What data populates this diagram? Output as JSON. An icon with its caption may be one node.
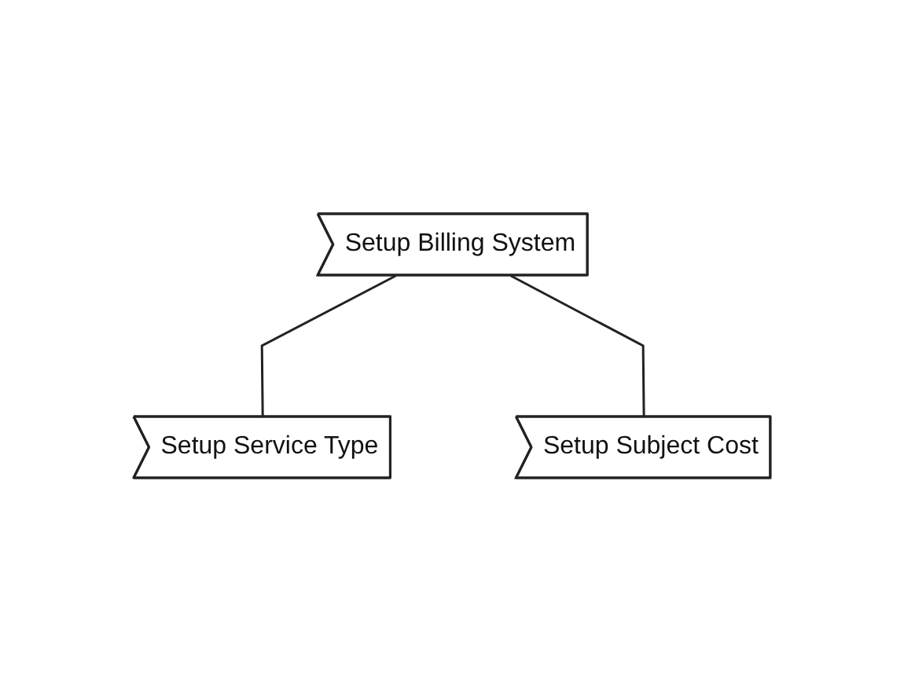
{
  "diagram": {
    "nodes": [
      {
        "text": [
          "Setup Billing System"
        ]
      },
      {
        "text": [
          "Setup Service Type"
        ]
      },
      {
        "text": [
          "Setup Subject Cost"
        ]
      }
    ],
    "edges": [
      {
        "from": 0,
        "to": 1,
        "arrow": "none"
      },
      {
        "from": 0,
        "to": 2,
        "arrow": "none"
      }
    ]
  }
}
